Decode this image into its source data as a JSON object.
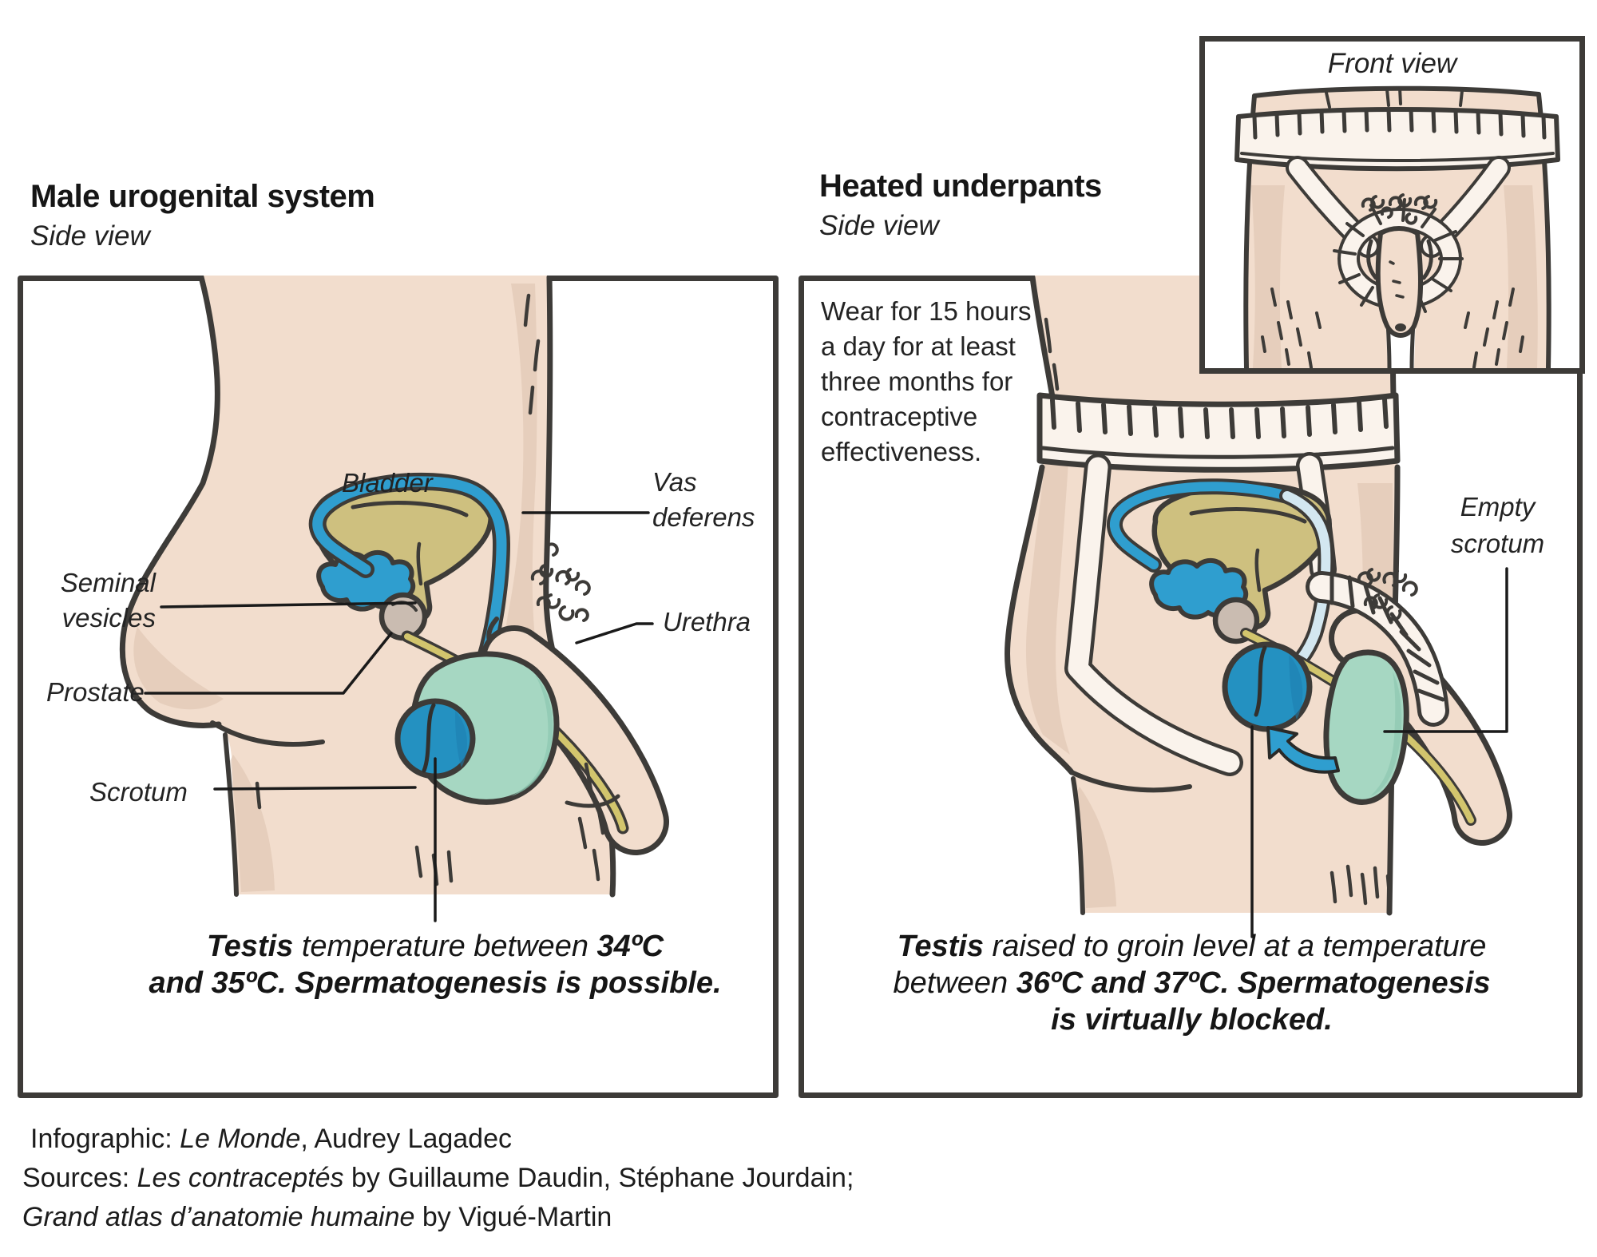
{
  "colors": {
    "outline": "#3d3b38",
    "skin": "#f2ddcd",
    "skin_shade": "#d9c0ab",
    "bladder_olive": "#cec07f",
    "tube_blue": "#2f9ecf",
    "testis_blue": "#2491c1",
    "pale_tube": "#d3e7f0",
    "scrotum_green": "#a6d7c2",
    "urethra_yellow": "#d2c56d",
    "prostate_gray": "#cabcb1",
    "underwear_white": "#faf3ec"
  },
  "left_panel": {
    "title": "Male urogenital system",
    "subtitle": "Side view",
    "labels": {
      "bladder": "Bladder",
      "vas_deferens": "Vas\ndeferens",
      "seminal_vesicles": "Seminal\nvesicles",
      "prostate": "Prostate",
      "urethra": "Urethra",
      "scrotum": "Scrotum"
    },
    "caption": {
      "bold1": "Testis",
      "normal1": " temperature between ",
      "bold2": "34ºC",
      "line2_bold": "and 35ºC. Spermatogenesis is possible."
    }
  },
  "right_panel": {
    "title": "Heated underpants",
    "subtitle": "Side view",
    "note": "Wear for 15 hours\na day for at least\nthree months for\ncontraceptive\neffectiveness.",
    "labels": {
      "empty_scrotum": "Empty\nscrotum"
    },
    "caption": {
      "bold1": "Testis",
      "normal1": " raised to groin level at a temperature",
      "line2_normal": "between ",
      "line2_bold": "36ºC and 37ºC. Spermatogenesis",
      "line3_bold": "is virtually blocked."
    }
  },
  "inset": {
    "title": "Front view"
  },
  "credits": {
    "line1_normal1": "Infographic: ",
    "line1_italic": "Le Monde",
    "line1_normal2": ", Audrey Lagadec",
    "line2_normal1": "Sources: ",
    "line2_italic": "Les contraceptés",
    "line2_normal2": " by Guillaume Daudin, Stéphane Jourdain;",
    "line3_italic": "Grand atlas d’anatomie humaine",
    "line3_normal": " by Vigué-Martin"
  }
}
